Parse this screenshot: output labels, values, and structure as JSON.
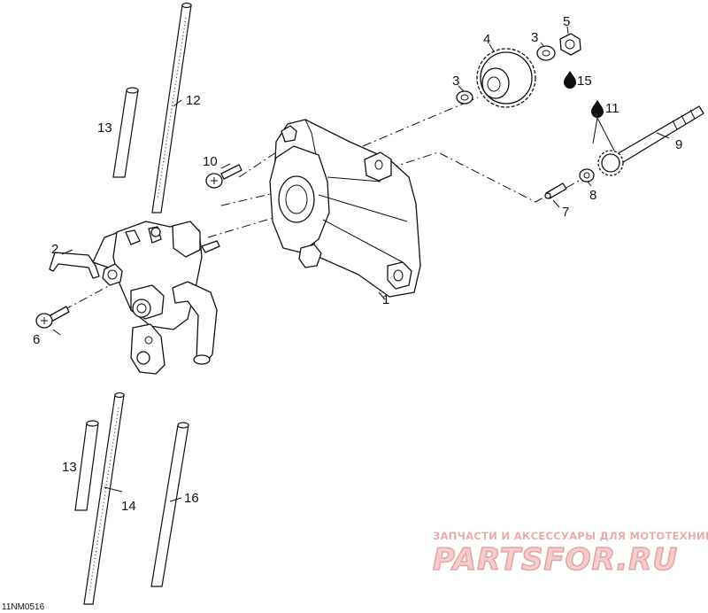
{
  "diagram": {
    "callouts": [
      {
        "id": "c1",
        "text": "1"
      },
      {
        "id": "c2",
        "text": "2"
      },
      {
        "id": "c3a",
        "text": "3"
      },
      {
        "id": "c3b",
        "text": "3"
      },
      {
        "id": "c4",
        "text": "4"
      },
      {
        "id": "c5",
        "text": "5"
      },
      {
        "id": "c6",
        "text": "6"
      },
      {
        "id": "c7",
        "text": "7"
      },
      {
        "id": "c8",
        "text": "8"
      },
      {
        "id": "c9",
        "text": "9"
      },
      {
        "id": "c10",
        "text": "10"
      },
      {
        "id": "c11",
        "text": "11"
      },
      {
        "id": "c12",
        "text": "12"
      },
      {
        "id": "c13a",
        "text": "13"
      },
      {
        "id": "c13b",
        "text": "13"
      },
      {
        "id": "c14",
        "text": "14"
      },
      {
        "id": "c15",
        "text": "15"
      },
      {
        "id": "c16",
        "text": "16"
      }
    ],
    "drawing_code": "11NM0516",
    "icons": [
      "oil-drop-icon",
      "oil-drop-icon"
    ]
  },
  "watermark": {
    "tagline": "ЗАПЧАСТИ И АКСЕССУАРЫ ДЛЯ МОТОТЕХНИКИ",
    "logo": "PARTSFOR.RU"
  }
}
